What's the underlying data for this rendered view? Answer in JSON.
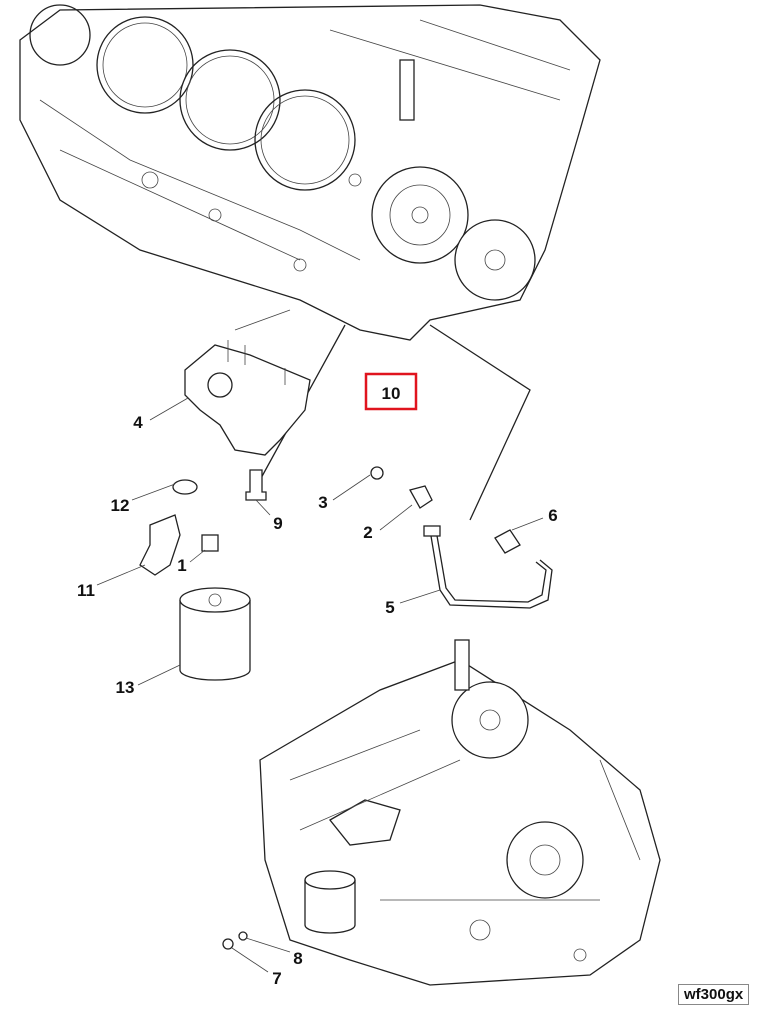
{
  "diagram": {
    "type": "exploded-parts-diagram",
    "highlight_color": "#e0141e",
    "highlighted_callout": "10",
    "callouts": [
      "1",
      "2",
      "3",
      "4",
      "5",
      "6",
      "7",
      "8",
      "9",
      "10",
      "11",
      "12",
      "13"
    ],
    "drawing_code": "wf300gx"
  }
}
